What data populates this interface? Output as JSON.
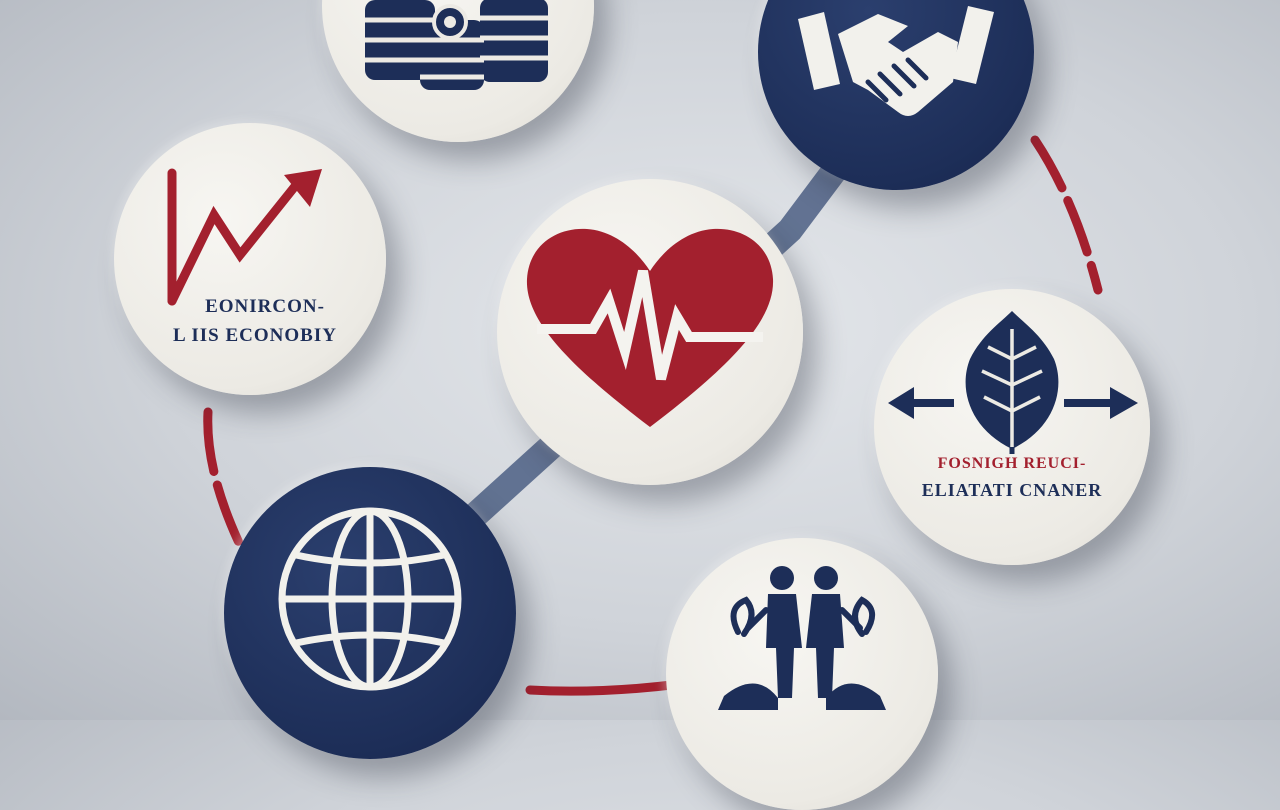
{
  "discs": {
    "economy": {
      "line1": "EONIRCON-",
      "line2": "L IIS ECONOBIY"
    },
    "environment": {
      "line1": "FOSNIGH REUCI-",
      "line2": "ELIATATI CNANER"
    }
  },
  "colors": {
    "navy": "#1d2e58",
    "crimson": "#a3202e",
    "disc_white": "#eceae4",
    "background": "#cfd3d9"
  }
}
